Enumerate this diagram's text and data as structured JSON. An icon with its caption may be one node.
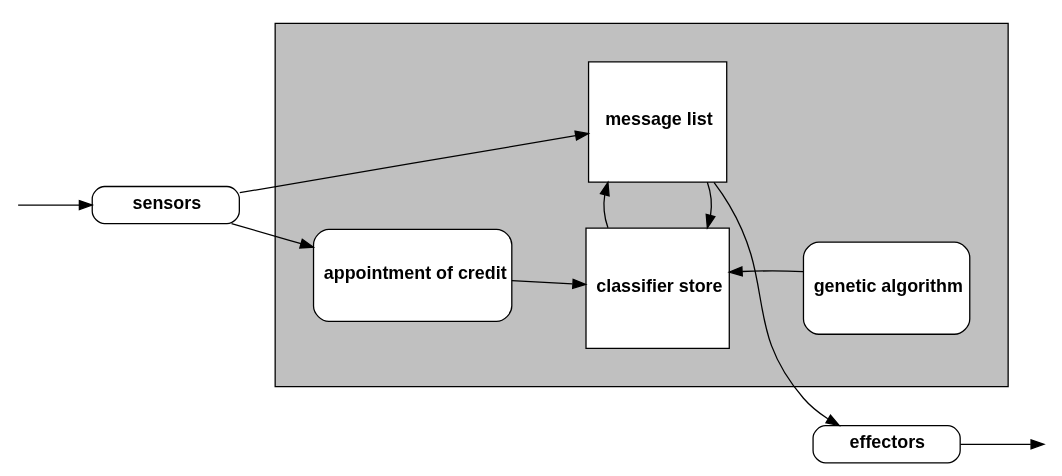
{
  "diagram": {
    "nodes": [
      {
        "text": [],
        "shape": "box"
      },
      {
        "text": [
          "sensors"
        ]
      },
      {
        "text": [
          "message list"
        ],
        "in": 0
      },
      {
        "text": [
          "effectors"
        ]
      },
      {
        "text": [
          "appointment of credit"
        ],
        "in": 0
      },
      {
        "text": [
          "classifier store"
        ],
        "in": 0
      },
      {
        "text": [
          "genetic algorithm"
        ],
        "in": 0
      }
    ],
    "edges": [
      {
        "from": null,
        "to": 1,
        "arrow": "to"
      },
      {
        "from": 1,
        "to": 2,
        "arrow": "to"
      },
      {
        "from": 2,
        "to": 3,
        "arrow": "to"
      },
      {
        "from": 3,
        "to": null,
        "arrow": "to"
      },
      {
        "from": 1,
        "to": 4,
        "arrow": "to"
      },
      {
        "from": 2,
        "to": 5,
        "arrow": "to"
      },
      {
        "from": 5,
        "to": 2,
        "arrow": "to"
      },
      {
        "from": 4,
        "to": 5,
        "arrow": "to"
      },
      {
        "from": 6,
        "to": 5,
        "arrow": "to"
      }
    ]
  }
}
